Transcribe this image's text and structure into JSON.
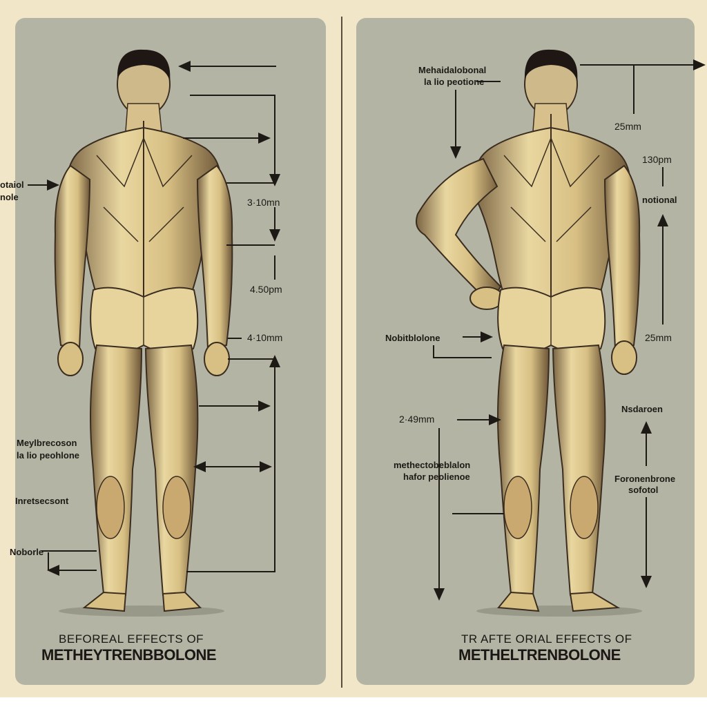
{
  "left_panel": {
    "caption_line1": "BEFOREAL EFFECTS OF",
    "caption_line2": "METHEYTRENBBOLONE",
    "labels": {
      "side_top": "otaiol",
      "side_bottom": "nole",
      "m1": "3·10mn",
      "m2": "4.50pm",
      "m3": "4·10mm",
      "note1_a": "Meylbrecoson",
      "note1_b": "la lio peohlone",
      "note2": "Inretsecsont",
      "note3": "Noborle"
    }
  },
  "right_panel": {
    "caption_line1": "TR AFTE ORIAL EFFECTS OF",
    "caption_line2": "METHELTRENBOLONE",
    "labels": {
      "top_a": "Mehaidalobonal",
      "top_b": "la lio peotione",
      "m1": "25mm",
      "m2": "130pm",
      "side1": "notional",
      "m3": "25mm",
      "nob": "Nobitblolone",
      "m4": "2·49mm",
      "meth_a": "methectobeblalon",
      "meth_b": "hafor peolienoe",
      "ndr": "Nsdaroen",
      "for_a": "Foronenbrone",
      "for_b": "sofotol"
    }
  }
}
